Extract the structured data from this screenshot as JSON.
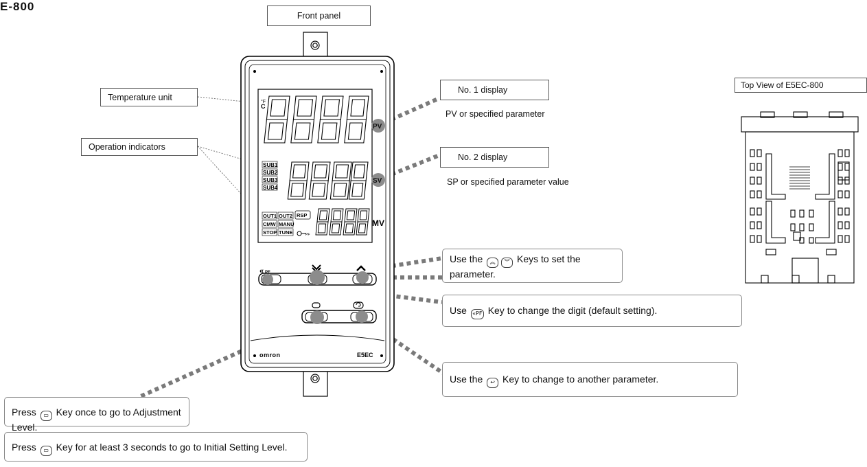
{
  "page_fragment": "E-800",
  "front_panel": {
    "label": "Front panel",
    "brand": "omron",
    "model": "E5EC",
    "sub_indicators": [
      "SUB1",
      "SUB2",
      "SUB3",
      "SUB4"
    ],
    "op_indicators": [
      "OUT1",
      "OUT2",
      "RSP",
      "CMW",
      "MANU",
      "STOP",
      "TUNE"
    ],
    "mv_label": "MV",
    "pv_label": "PV",
    "sv_label": "SV",
    "pf_key_label": "PF"
  },
  "callouts": {
    "temperature_unit": "Temperature unit",
    "operation_indicators": "Operation indicators",
    "no1_display": "No. 1 display",
    "no1_desc": "PV or specified parameter",
    "no2_display": "No. 2 display",
    "no2_desc": "SP or specified parameter value",
    "updown_keys": {
      "pre": "Use the",
      "post": "Keys to set the parameter."
    },
    "shift_key": {
      "pre": "Use",
      "post": "Key to change the digit (default setting)."
    },
    "mode_key": {
      "pre": "Use the",
      "post": "Key to change to another parameter."
    },
    "level_once": {
      "pre": "Press",
      "post": "Key once to go to Adjustment Level."
    },
    "level_hold": {
      "pre": "Press",
      "post": "Key for at least 3 seconds to go to Initial Setting Level."
    }
  },
  "top_view": {
    "label": "Top View of E5EC-800"
  },
  "icons": {
    "up": "up-key-icon",
    "down": "down-key-icon",
    "shift": "pf-shift-key-icon",
    "level": "level-key-icon",
    "mode": "mode-key-icon"
  },
  "colors": {
    "leader": "#7a7a7a",
    "panel_outline": "#000000",
    "key_fill": "#8c8c8c"
  }
}
